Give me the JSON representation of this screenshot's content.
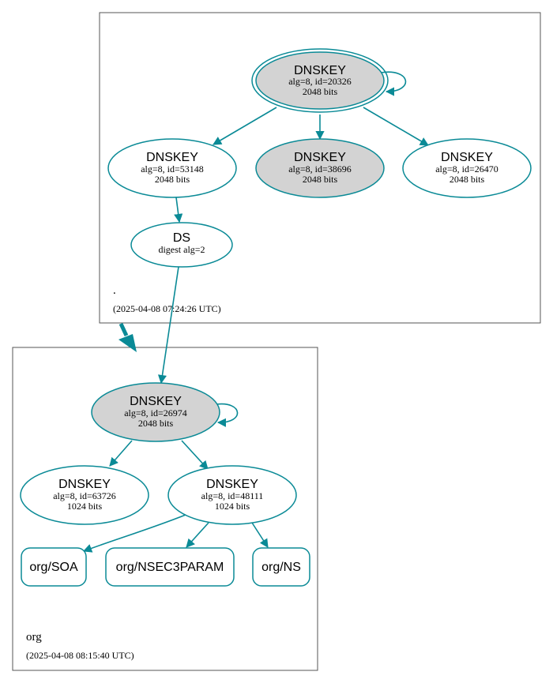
{
  "colors": {
    "edge": "#0a8a96",
    "sep_fill": "#d3d3d3",
    "box_border": "#555555"
  },
  "zones": {
    "root": {
      "name": ".",
      "timestamp": "(2025-04-08 07:24:26 UTC)"
    },
    "org": {
      "name": "org",
      "timestamp": "(2025-04-08 08:15:40 UTC)"
    }
  },
  "nodes": {
    "root_ksk": {
      "type": "DNSKEY",
      "info": "alg=8, id=20326",
      "bits": "2048 bits"
    },
    "root_zsk1": {
      "type": "DNSKEY",
      "info": "alg=8, id=53148",
      "bits": "2048 bits"
    },
    "root_ksk2": {
      "type": "DNSKEY",
      "info": "alg=8, id=38696",
      "bits": "2048 bits"
    },
    "root_zsk2": {
      "type": "DNSKEY",
      "info": "alg=8, id=26470",
      "bits": "2048 bits"
    },
    "org_ds": {
      "type": "DS",
      "info": "digest alg=2"
    },
    "org_ksk": {
      "type": "DNSKEY",
      "info": "alg=8, id=26974",
      "bits": "2048 bits"
    },
    "org_zsk1": {
      "type": "DNSKEY",
      "info": "alg=8, id=63726",
      "bits": "1024 bits"
    },
    "org_zsk2": {
      "type": "DNSKEY",
      "info": "alg=8, id=48111",
      "bits": "1024 bits"
    },
    "org_soa": {
      "label": "org/SOA"
    },
    "org_nsec3param": {
      "label": "org/NSEC3PARAM"
    },
    "org_ns": {
      "label": "org/NS"
    }
  }
}
